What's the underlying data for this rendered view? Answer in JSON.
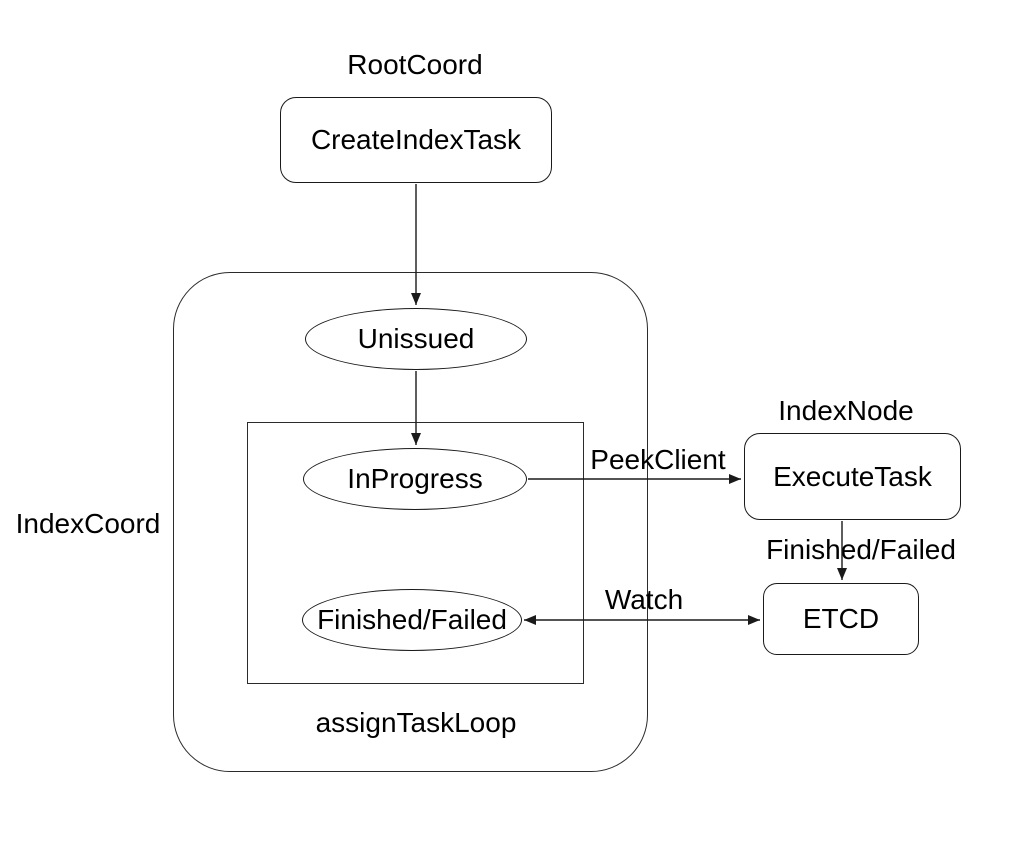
{
  "colors": {
    "background": "#ffffff",
    "stroke": "#1a1a1a",
    "text": "#000000"
  },
  "group_labels": {
    "root_coord": "RootCoord",
    "index_coord": "IndexCoord",
    "index_node": "IndexNode",
    "assign_task_loop": "assignTaskLoop"
  },
  "nodes": {
    "create_index_task": "CreateIndexTask",
    "unissued": "Unissued",
    "in_progress": "InProgress",
    "finished_failed": "Finished/Failed",
    "execute_task": "ExecuteTask",
    "etcd": "ETCD"
  },
  "edge_labels": {
    "peek_client": "PeekClient",
    "finished_failed": "Finished/Failed",
    "watch": "Watch"
  },
  "connections": [
    {
      "from": "CreateIndexTask",
      "to": "Unissued",
      "label": "",
      "style": "arrow"
    },
    {
      "from": "Unissued",
      "to": "InProgress",
      "label": "",
      "style": "arrow"
    },
    {
      "from": "InProgress",
      "to": "ExecuteTask",
      "label": "PeekClient",
      "style": "arrow"
    },
    {
      "from": "ExecuteTask",
      "to": "ETCD",
      "label": "Finished/Failed",
      "style": "arrow"
    },
    {
      "from": "Finished/Failed",
      "to": "ETCD",
      "label": "Watch",
      "style": "double-arrow"
    }
  ]
}
